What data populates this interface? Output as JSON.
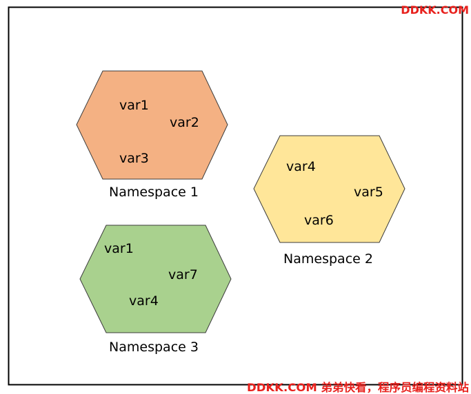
{
  "watermark_top": "DDKK.COM",
  "watermark_bottom": "DDKK.COM 弟弟快看，程序员编程资料站",
  "colors": {
    "watermark": "#e8211d",
    "frame": "#000000",
    "hex_stroke": "#3b3b3b",
    "namespace_1": "#f4b183",
    "namespace_2": "#ffe699",
    "namespace_3": "#a9d18e"
  },
  "namespaces": [
    {
      "name": "Namespace 1",
      "color": "#f4b183",
      "vars": [
        "var1",
        "var2",
        "var3"
      ]
    },
    {
      "name": "Namespace 2",
      "color": "#ffe699",
      "vars": [
        "var4",
        "var5",
        "var6"
      ]
    },
    {
      "name": "Namespace 3",
      "color": "#a9d18e",
      "vars": [
        "var1",
        "var7",
        "var4"
      ]
    }
  ]
}
